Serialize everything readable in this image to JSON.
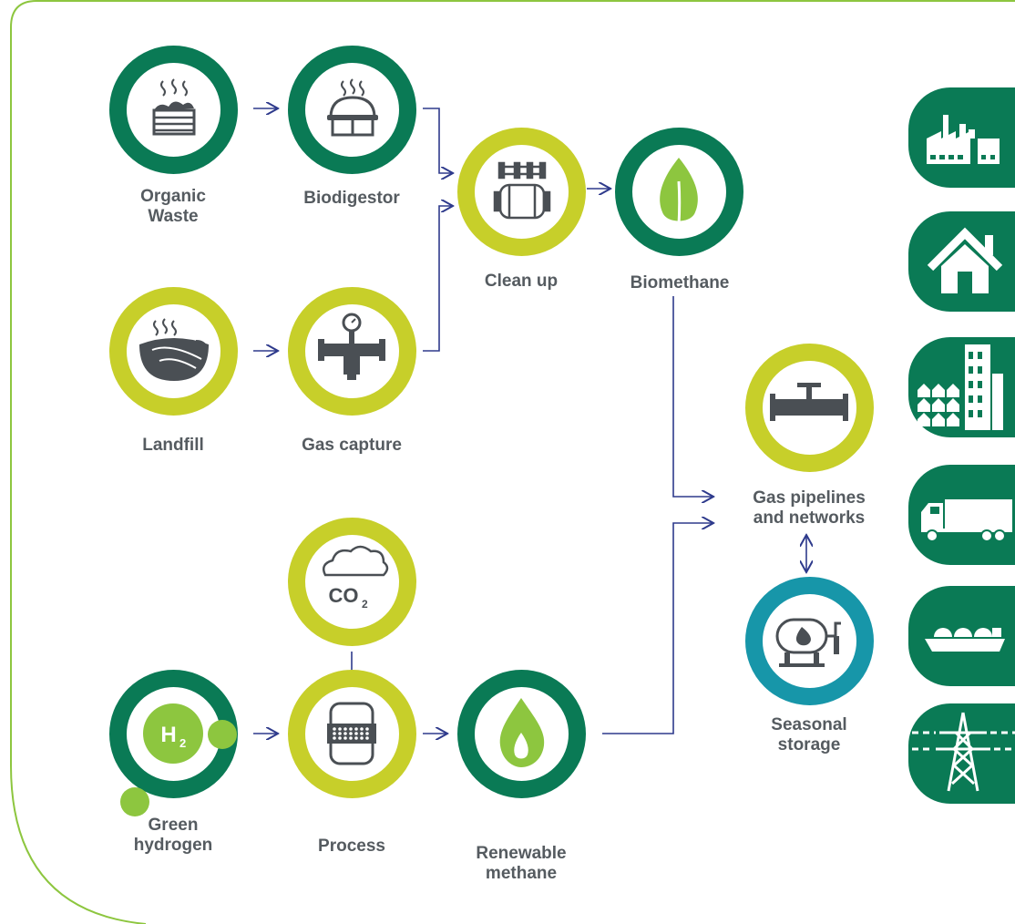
{
  "nodes": {
    "organic_waste": {
      "label": "Organic\nWaste"
    },
    "biodigestor": {
      "label": "Biodigestor"
    },
    "landfill": {
      "label": "Landfill"
    },
    "gas_capture": {
      "label": "Gas capture"
    },
    "clean_up": {
      "label": "Clean up"
    },
    "biomethane": {
      "label": "Biomethane"
    },
    "gas_pipelines": {
      "label": "Gas pipelines\nand networks"
    },
    "seasonal_storage": {
      "label": "Seasonal\nstorage"
    },
    "co2": {
      "label": "CO",
      "subscript": "2"
    },
    "green_hydrogen": {
      "label": "Green\nhydrogen",
      "symbol": "H",
      "subscript": "2"
    },
    "process": {
      "label": "Process"
    },
    "renewable_methane": {
      "label": "Renewable\nmethane"
    }
  },
  "end_uses": [
    "factory-icon",
    "house-icon",
    "city-buildings-icon",
    "truck-icon",
    "ship-icon",
    "power-pylon-icon"
  ],
  "colors": {
    "dark_green": "#0a7a55",
    "yellow_green": "#c7cf2a",
    "teal": "#1796a9",
    "lime": "#8dc63f",
    "icon_gray": "#4a4f54",
    "arrow_navy": "#2e3a8c",
    "label_gray": "#555b60",
    "frame_green": "#8dc63f"
  }
}
